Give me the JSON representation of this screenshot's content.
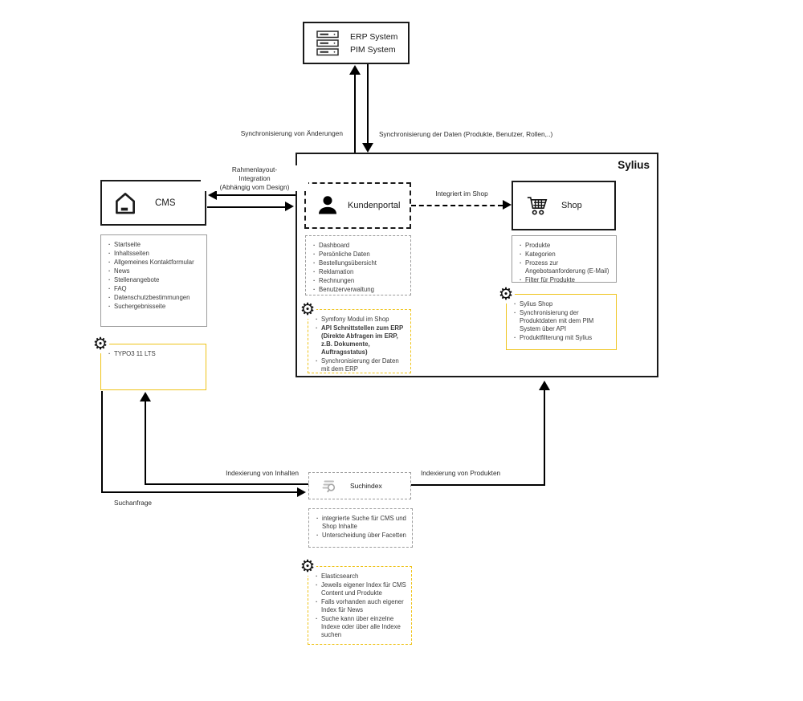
{
  "icons": {
    "gear_glyph": "⚙"
  },
  "colors": {
    "accent_yellow": "#EFC319",
    "line_black": "#000000",
    "gray_border": "#9c9c9c"
  },
  "nodes": {
    "erp": {
      "line1": "ERP System",
      "line2": "PIM System"
    },
    "sylius": {
      "title": "Sylius"
    },
    "cms": {
      "title": "CMS"
    },
    "kundenportal": {
      "title": "Kundenportal"
    },
    "shop": {
      "title": "Shop"
    },
    "suchindex": {
      "title": "Suchindex"
    }
  },
  "lists": {
    "cms_pages": [
      "Startseite",
      "Inhaltsseiten",
      "Allgemeines Kontaktformular",
      "News",
      "Stellenangebote",
      "FAQ",
      "Datenschutzbestimmungen",
      "Suchergebnisseite"
    ],
    "typo3": [
      "TYPO3 11 LTS"
    ],
    "kundenportal_features": [
      "Dashboard",
      "Persönliche Daten",
      "Bestellungsübersicht",
      "Reklamation",
      "Rechnungen",
      "Benutzerverwaltung"
    ],
    "symfony_note": [
      {
        "text": "Symfony Modul im Shop"
      },
      {
        "text": "API Schnittstellen zum ERP (Direkte Abfragen im ERP, z.B. Dokumente, Auftragsstatus)",
        "bold": true
      },
      {
        "text": "Synchronisierung der Daten mit dem ERP"
      }
    ],
    "shop_features": [
      "Produkte",
      "Kategorien",
      "Prozess zur Angebotsanforderung (E-Mail)",
      "Filter für Produkte"
    ],
    "sylius_shop_note": [
      "Sylius Shop",
      "Synchronisierung der Produktdaten mit dem PIM System über API",
      "Produktfilterung mit Sylius"
    ],
    "suchindex_features": [
      "integrierte Suche für CMS und Shop Inhalte",
      "Unterscheidung über Facetten"
    ],
    "elasticsearch_note": [
      "Elasticsearch",
      "Jeweils eigener Index für CMS Content und Produkte",
      "Falls vorhanden auch eigener Index für News",
      "Suche kann über einzelne Indexe oder über alle Indexe suchen"
    ]
  },
  "edge_labels": {
    "sync_changes": "Synchronisierung von Änderungen",
    "sync_data": "Synchronisierung der Daten (Produkte, Benutzer, Rollen,..)",
    "rahmenlayout_1": "Rahmenlayout-",
    "rahmenlayout_2": "Integration",
    "rahmenlayout_3": "(Abhängig vom Design)",
    "integriert_im_shop": "Integriert im Shop",
    "indexierung_inhalte": "Indexierung von Inhalten",
    "indexierung_produkte": "Indexierung von Produkten",
    "suchanfrage": "Suchanfrage"
  }
}
